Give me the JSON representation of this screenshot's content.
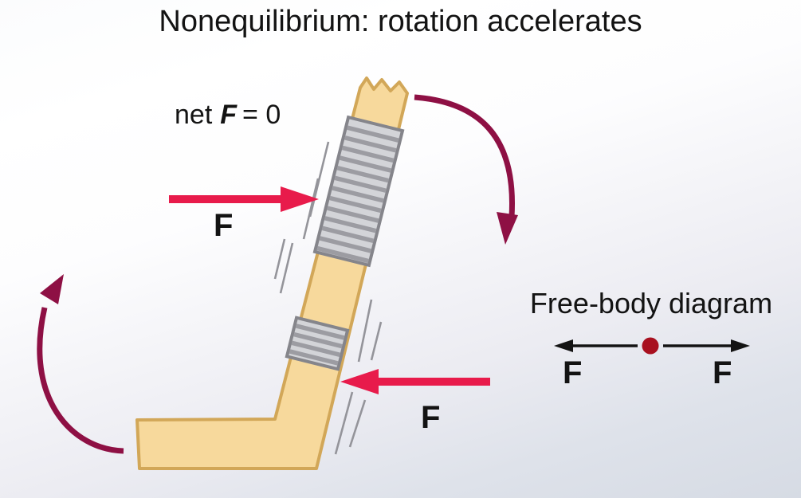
{
  "title": "Nonequilibrium: rotation accelerates",
  "annotations": {
    "net_force": {
      "prefix": "net",
      "symbol": "F",
      "suffix": "= 0"
    },
    "applied_force_top_label": "F",
    "applied_force_bottom_label": "F"
  },
  "free_body_diagram": {
    "title": "Free-body diagram",
    "left_force_label": "F",
    "right_force_label": "F"
  },
  "colors": {
    "bg-top": "#ffffff",
    "bg-bottom": "#d6dbe4",
    "stick-fill": "#f7d99c",
    "stick-stroke": "#d2a758",
    "tape-fill": "#d3d4d8",
    "tape-stripe": "#9c9ca2",
    "tape-border": "#85858b",
    "force-red": "#e81b4b",
    "rot-maroon": "#8e1044",
    "dot-red": "#a8101f",
    "ink": "#131313",
    "hatch": "#94949a"
  }
}
